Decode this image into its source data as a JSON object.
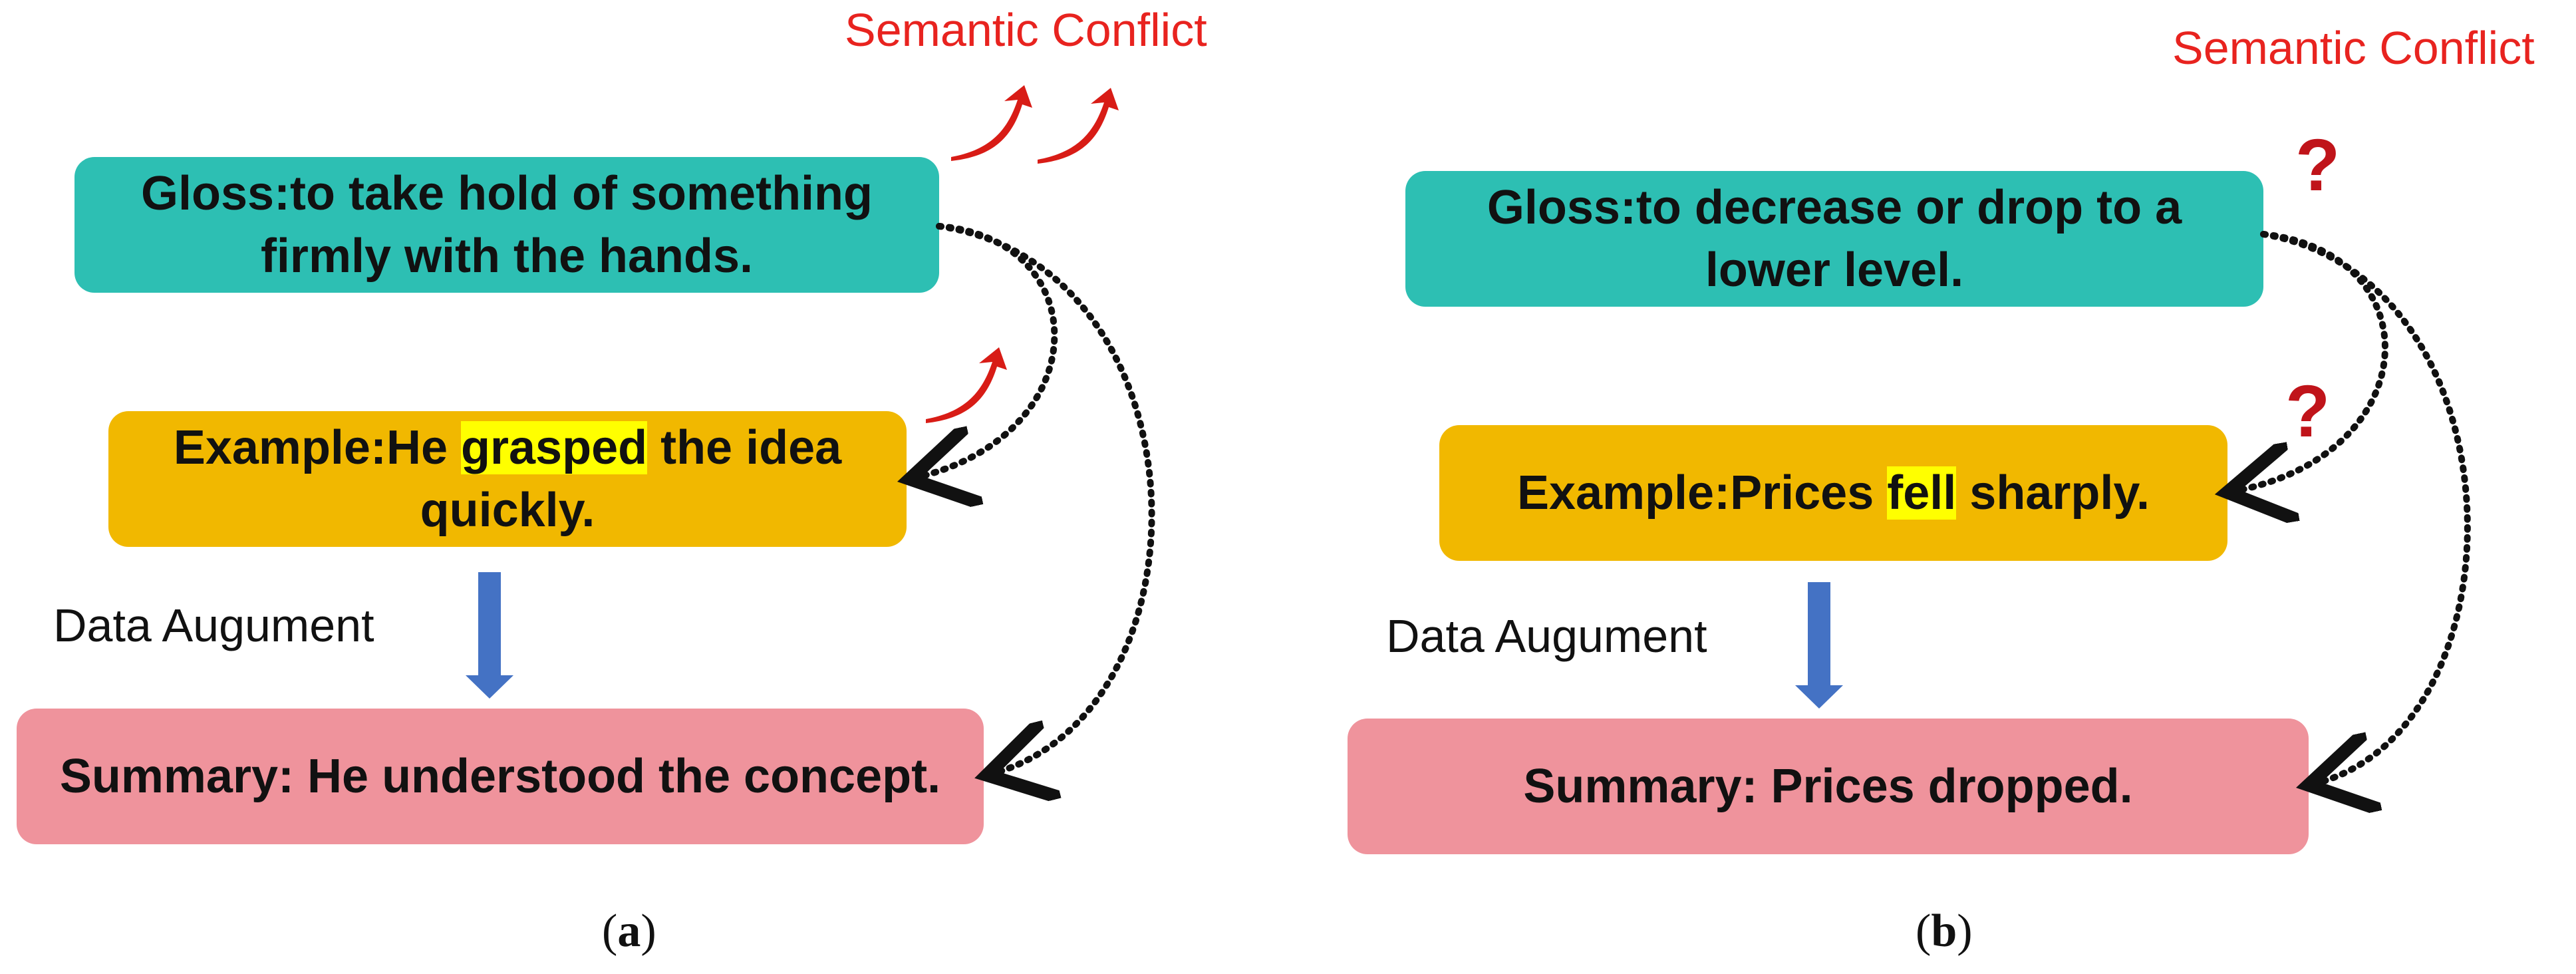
{
  "panels": {
    "a": {
      "conflict_label": "Semantic Conflict",
      "gloss": "Gloss:to take hold of something firmly with the hands.",
      "example_pre": "Example:He ",
      "example_word": "grasped",
      "example_post": " the idea quickly.",
      "augment_label": "Data Augument",
      "summary": "Summary: He understood the concept.",
      "caption_open": "(",
      "caption_letter": "a",
      "caption_close": ")"
    },
    "b": {
      "conflict_label": "Semantic Conflict",
      "question_mark": "?",
      "gloss": "Gloss:to decrease or drop to a lower level.",
      "example_pre": "Example:Prices ",
      "example_word": "fell",
      "example_post": " sharply.",
      "augment_label": "Data Augument",
      "summary": "Summary: Prices dropped.",
      "caption_open": "(",
      "caption_letter": "b",
      "caption_close": ")"
    }
  },
  "colors": {
    "gloss": "#2dbfb3",
    "example": "#f1b800",
    "summary": "#ef939c",
    "highlight": "#ffff00",
    "conflict": "#e8231f",
    "augment_arrow": "#4472c4"
  }
}
